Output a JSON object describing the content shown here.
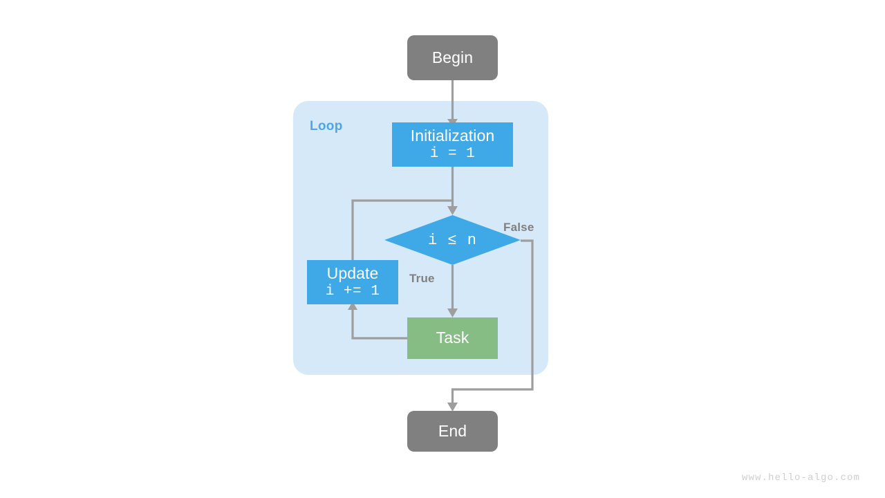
{
  "diagram": {
    "title_watermark": "www.hello-algo.com",
    "colors": {
      "terminal": "#808080",
      "process": "#3fa9e8",
      "task": "#86bd85",
      "loop_background": "#d6e9f8",
      "loop_label": "#4ca6e8",
      "edge": "#9e9e9e",
      "branch_label": "#808080",
      "node_text": "#ffffff",
      "watermark": "#cfcfcf",
      "page_background": "#ffffff"
    },
    "loop_group": {
      "label": "Loop"
    },
    "nodes": {
      "begin": {
        "label": "Begin",
        "shape": "rounded-rectangle"
      },
      "initialization": {
        "label": "Initialization",
        "code": "i = 1",
        "shape": "rectangle"
      },
      "decision": {
        "label": "i ≤ n",
        "shape": "diamond"
      },
      "update": {
        "label": "Update",
        "code": "i += 1",
        "shape": "rectangle"
      },
      "task": {
        "label": "Task",
        "shape": "rectangle"
      },
      "end": {
        "label": "End",
        "shape": "rounded-rectangle"
      }
    },
    "edges": {
      "true_label": "True",
      "false_label": "False"
    }
  }
}
